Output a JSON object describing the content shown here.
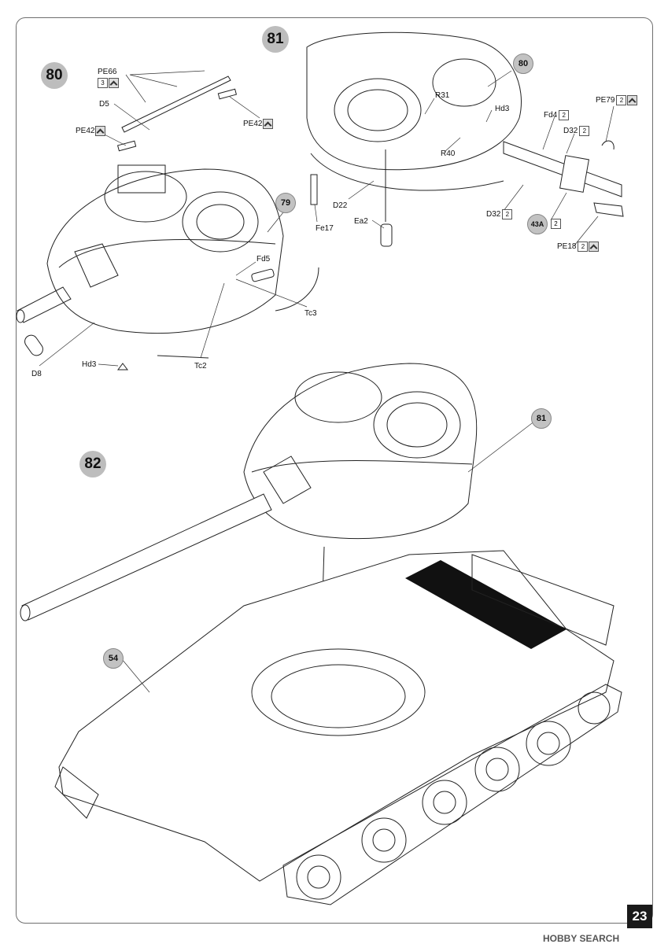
{
  "steps": {
    "s80": "80",
    "s81": "81",
    "s82": "82"
  },
  "refs": {
    "r79": "79",
    "r80": "80",
    "r81": "81",
    "r54": "54",
    "r43a": "43A"
  },
  "labels": {
    "pe66": "PE66",
    "d5": "D5",
    "pe42a": "PE42",
    "pe42b": "PE42",
    "fd5": "Fd5",
    "tc3": "Tc3",
    "tc2": "Tc2",
    "hd3a": "Hd3",
    "d8": "D8",
    "r31": "R31",
    "hd3b": "Hd3",
    "pe79": "PE79",
    "fd4": "Fd4",
    "d32a": "D32",
    "r40": "R40",
    "d22": "D22",
    "ea2": "Ea2",
    "fe17": "Fe17",
    "d32b": "D32",
    "pe18": "PE18"
  },
  "quantities": {
    "pe66": "3",
    "pe79": "2",
    "fd4": "2",
    "d32a": "2",
    "d32b": "2",
    "r43a": "2",
    "pe18": "2"
  },
  "page_number": "23",
  "watermark": "HOBBY SEARCH",
  "icons": {
    "photo_etch": "pe-sheet-icon",
    "quantity": "qty-box"
  }
}
